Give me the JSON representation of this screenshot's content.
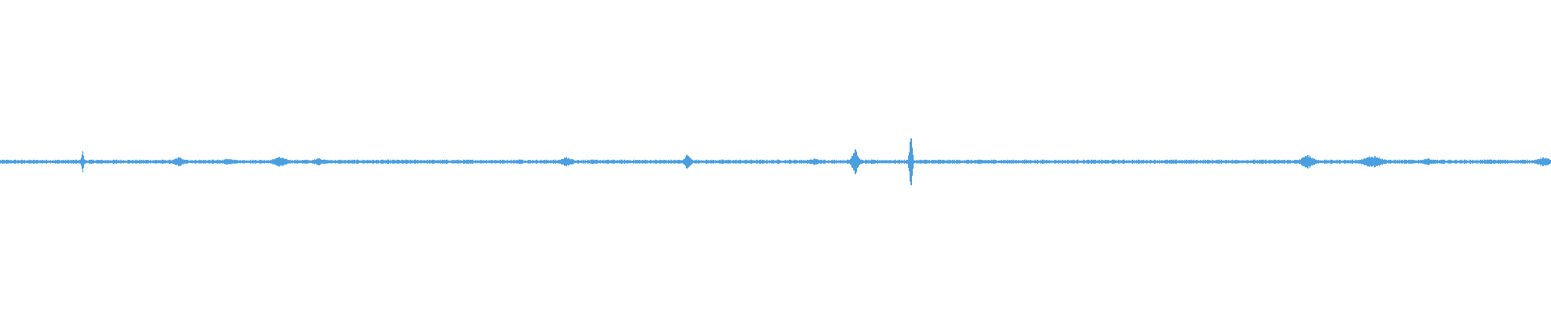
{
  "waveform": {
    "color": "#4a9fe0",
    "background": "#ffffff",
    "baseline_amplitude": 0.012,
    "events": [
      {
        "t": 0.053,
        "amp": 0.09,
        "dur": 0.0015
      },
      {
        "t": 0.115,
        "amp": 0.03,
        "dur": 0.006
      },
      {
        "t": 0.147,
        "amp": 0.02,
        "dur": 0.008
      },
      {
        "t": 0.18,
        "amp": 0.035,
        "dur": 0.008
      },
      {
        "t": 0.205,
        "amp": 0.025,
        "dur": 0.006
      },
      {
        "t": 0.335,
        "amp": 0.015,
        "dur": 0.006
      },
      {
        "t": 0.365,
        "amp": 0.03,
        "dur": 0.008
      },
      {
        "t": 0.443,
        "amp": 0.05,
        "dur": 0.004
      },
      {
        "t": 0.525,
        "amp": 0.02,
        "dur": 0.008
      },
      {
        "t": 0.551,
        "amp": 0.09,
        "dur": 0.004
      },
      {
        "t": 0.587,
        "amp": 0.19,
        "dur": 0.002
      },
      {
        "t": 0.843,
        "amp": 0.045,
        "dur": 0.008
      },
      {
        "t": 0.885,
        "amp": 0.04,
        "dur": 0.012
      },
      {
        "t": 0.92,
        "amp": 0.025,
        "dur": 0.006
      },
      {
        "t": 0.96,
        "amp": 0.015,
        "dur": 0.008
      },
      {
        "t": 0.995,
        "amp": 0.03,
        "dur": 0.008
      }
    ]
  }
}
